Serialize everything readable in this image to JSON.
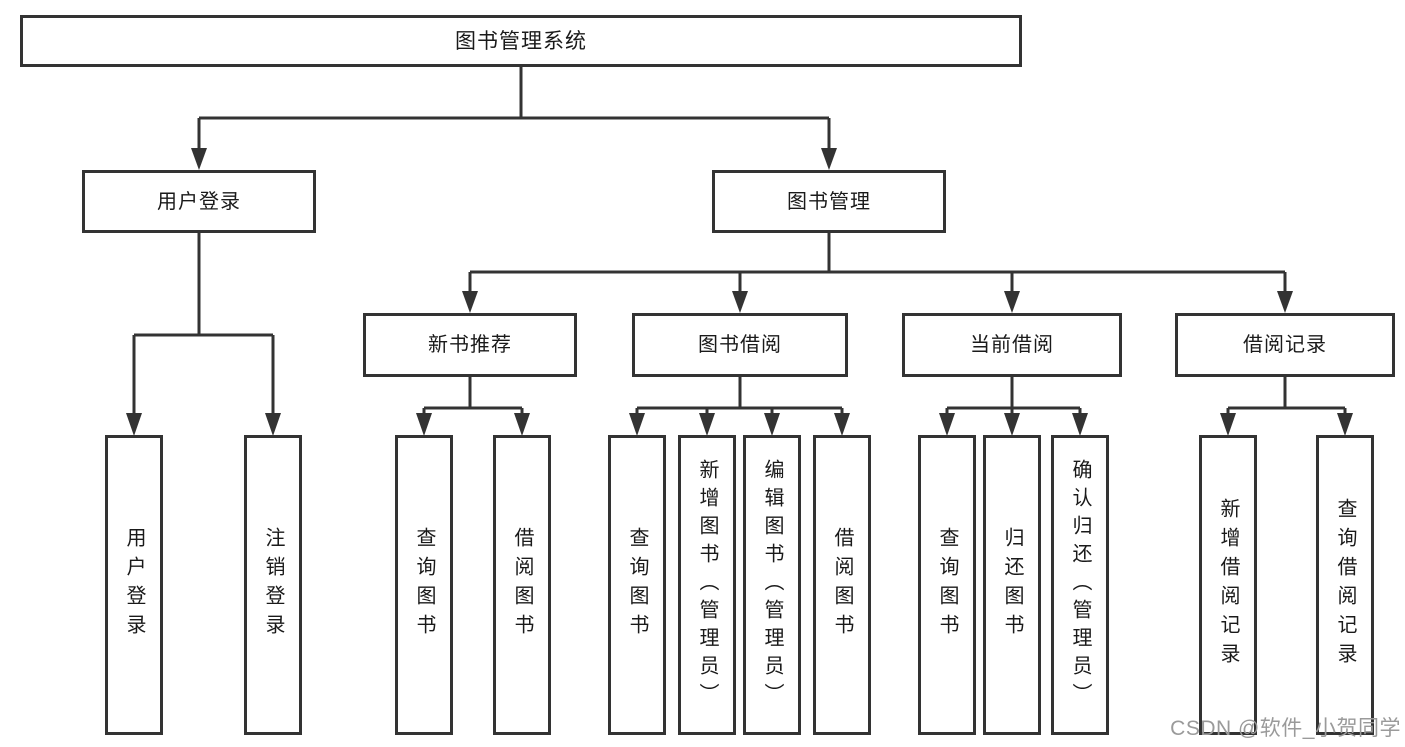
{
  "tree": {
    "label": "图书管理系统",
    "children": [
      {
        "label": "用户登录",
        "children": [
          {
            "label": "用户登录"
          },
          {
            "label": "注销登录"
          }
        ]
      },
      {
        "label": "图书管理",
        "children": [
          {
            "label": "新书推荐",
            "children": [
              {
                "label": "查询图书"
              },
              {
                "label": "借阅图书"
              }
            ]
          },
          {
            "label": "图书借阅",
            "children": [
              {
                "label": "查询图书"
              },
              {
                "label": "新增图书（管理员）"
              },
              {
                "label": "编辑图书（管理员）"
              },
              {
                "label": "借阅图书"
              }
            ]
          },
          {
            "label": "当前借阅",
            "children": [
              {
                "label": "查询图书"
              },
              {
                "label": "归还图书"
              },
              {
                "label": "确认归还（管理员）"
              }
            ]
          },
          {
            "label": "借阅记录",
            "children": [
              {
                "label": "新增借阅记录"
              },
              {
                "label": "查询借阅记录"
              }
            ]
          }
        ]
      }
    ]
  },
  "watermark": "CSDN @软件_小贺同学",
  "colors": {
    "line": "#333333",
    "text": "#1a1a1a",
    "watermark": "#9a9a9a",
    "background": "#ffffff"
  }
}
